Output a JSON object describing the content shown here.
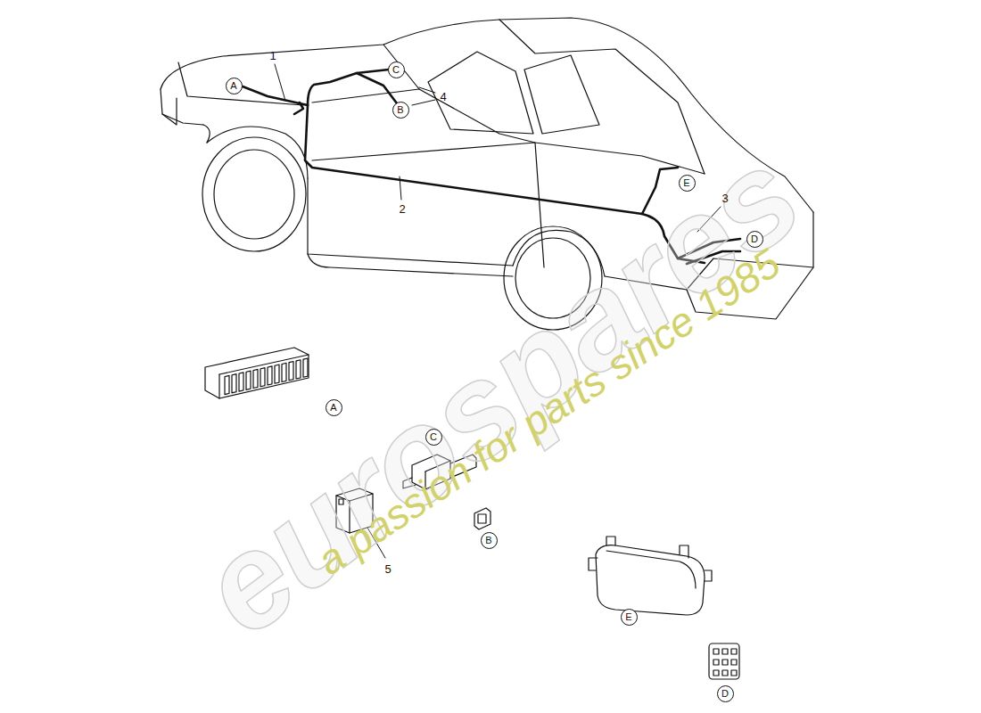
{
  "diagram": {
    "nodes": [
      {
        "text": [
          "A"
        ]
      },
      {
        "text": [
          "C"
        ]
      },
      {
        "text": [
          "B"
        ]
      },
      {
        "text": [
          "E"
        ]
      },
      {
        "text": [
          "D"
        ]
      },
      {
        "text": [
          "A"
        ]
      },
      {
        "text": [
          "C"
        ]
      },
      {
        "text": [
          "B"
        ]
      },
      {
        "text": [
          "E"
        ]
      },
      {
        "text": [
          "D"
        ]
      }
    ],
    "labels": [
      "1",
      "2",
      "3",
      "4",
      "5",
      "eurospares",
      "a passion for parts since 1985"
    ]
  }
}
